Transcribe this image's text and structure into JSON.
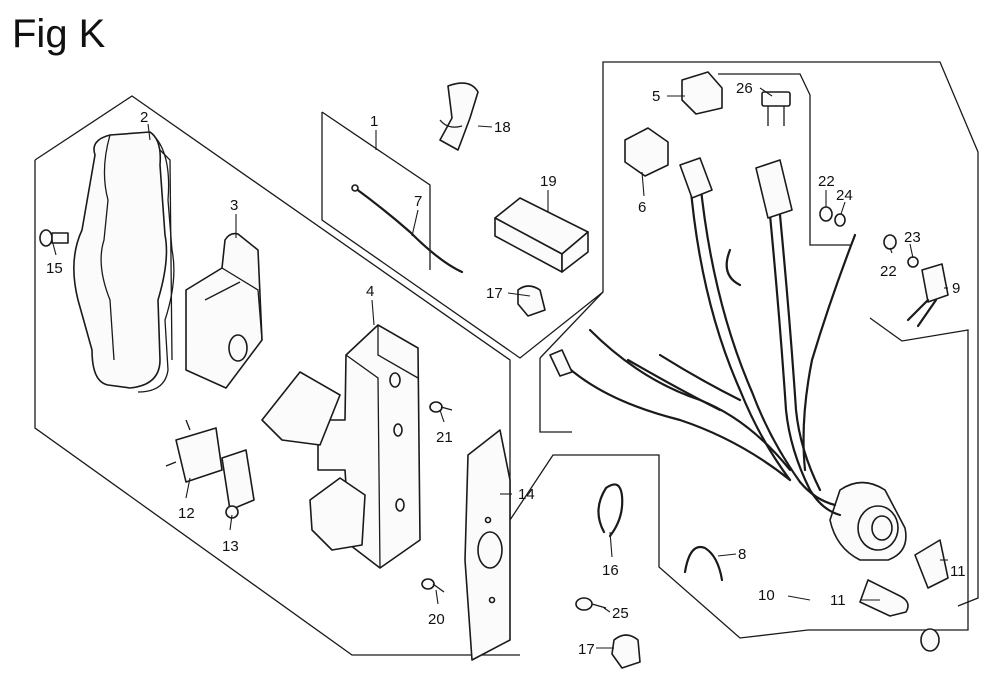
{
  "figure": {
    "title": "Fig K"
  },
  "callouts": [
    {
      "id": "c1",
      "label": "1"
    },
    {
      "id": "c2",
      "label": "2"
    },
    {
      "id": "c3",
      "label": "3"
    },
    {
      "id": "c4",
      "label": "4"
    },
    {
      "id": "c5",
      "label": "5"
    },
    {
      "id": "c6",
      "label": "6"
    },
    {
      "id": "c7",
      "label": "7"
    },
    {
      "id": "c8",
      "label": "8"
    },
    {
      "id": "c9",
      "label": "9"
    },
    {
      "id": "c10",
      "label": "10"
    },
    {
      "id": "c11a",
      "label": "11"
    },
    {
      "id": "c11b",
      "label": "11"
    },
    {
      "id": "c12",
      "label": "12"
    },
    {
      "id": "c13",
      "label": "13"
    },
    {
      "id": "c14",
      "label": "14"
    },
    {
      "id": "c15",
      "label": "15"
    },
    {
      "id": "c16",
      "label": "16"
    },
    {
      "id": "c17a",
      "label": "17"
    },
    {
      "id": "c17b",
      "label": "17"
    },
    {
      "id": "c18",
      "label": "18"
    },
    {
      "id": "c19",
      "label": "19"
    },
    {
      "id": "c20",
      "label": "20"
    },
    {
      "id": "c21",
      "label": "21"
    },
    {
      "id": "c22a",
      "label": "22"
    },
    {
      "id": "c22b",
      "label": "22"
    },
    {
      "id": "c23",
      "label": "23"
    },
    {
      "id": "c24",
      "label": "24"
    },
    {
      "id": "c25",
      "label": "25"
    },
    {
      "id": "c26",
      "label": "26"
    }
  ]
}
